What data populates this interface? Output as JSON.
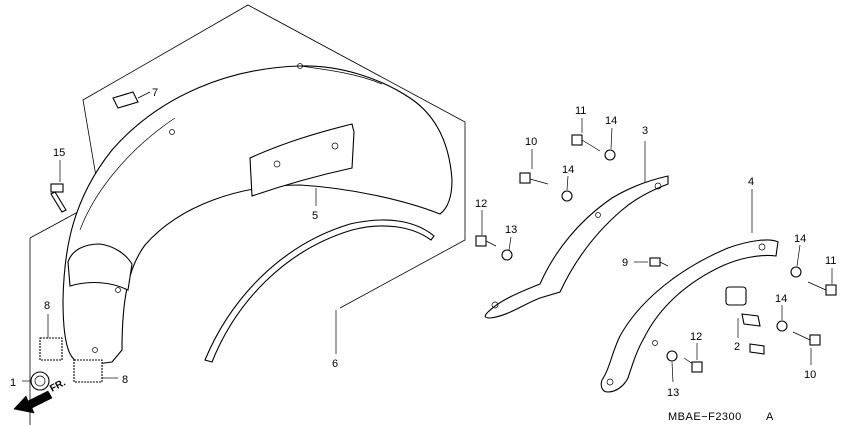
{
  "diagram_code": "MBAE−F2300",
  "revision": "A",
  "direction_label": "FR.",
  "callouts": {
    "n1": "1",
    "n2": "2",
    "n3": "3",
    "n4": "4",
    "n5": "5",
    "n6": "6",
    "n7": "7",
    "n8a": "8",
    "n8b": "8",
    "n9": "9",
    "n10a": "10",
    "n10b": "10",
    "n11a": "11",
    "n11b": "11",
    "n12a": "12",
    "n12b": "12",
    "n13a": "13",
    "n13b": "13",
    "n14a": "14",
    "n14b": "14",
    "n14c": "14",
    "n14d": "14",
    "n15": "15"
  }
}
